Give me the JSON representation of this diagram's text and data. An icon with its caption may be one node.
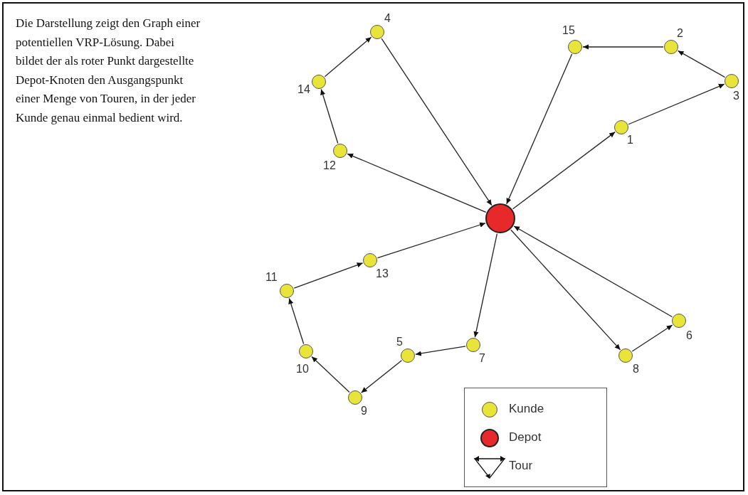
{
  "diagram": {
    "nodes": [
      {
        "text": [],
        "shape": "circle",
        "beside": [
          "4"
        ]
      },
      {
        "text": [],
        "shape": "circle",
        "beside": [
          "15"
        ]
      },
      {
        "text": [],
        "shape": "circle",
        "beside": [
          "2"
        ]
      },
      {
        "text": [],
        "shape": "circle",
        "beside": [
          "3"
        ]
      },
      {
        "text": [],
        "shape": "circle",
        "beside": [
          "14"
        ]
      },
      {
        "text": [],
        "shape": "circle",
        "beside": [
          "1"
        ]
      },
      {
        "text": [],
        "shape": "circle",
        "beside": [
          "12"
        ]
      },
      {
        "text": [],
        "shape": "circle"
      },
      {
        "text": [],
        "shape": "circle",
        "beside": [
          "13"
        ]
      },
      {
        "text": [],
        "shape": "circle",
        "beside": [
          "11"
        ]
      },
      {
        "text": [],
        "shape": "circle",
        "beside": [
          "6"
        ]
      },
      {
        "text": [],
        "shape": "circle",
        "beside": [
          "7"
        ]
      },
      {
        "text": [],
        "shape": "circle",
        "beside": [
          "10"
        ]
      },
      {
        "text": [],
        "shape": "circle",
        "beside": [
          "5"
        ]
      },
      {
        "text": [],
        "shape": "circle",
        "beside": [
          "8"
        ]
      },
      {
        "text": [],
        "shape": "circle",
        "beside": [
          "9"
        ]
      }
    ],
    "edges": [
      {
        "from": 7,
        "to": 6,
        "arrow": "to"
      },
      {
        "from": 6,
        "to": 4,
        "arrow": "to"
      },
      {
        "from": 4,
        "to": 0,
        "arrow": "to"
      },
      {
        "from": 0,
        "to": 7,
        "arrow": "to"
      },
      {
        "from": 7,
        "to": 5,
        "arrow": "to"
      },
      {
        "from": 5,
        "to": 3,
        "arrow": "to"
      },
      {
        "from": 3,
        "to": 2,
        "arrow": "to"
      },
      {
        "from": 2,
        "to": 1,
        "arrow": "to"
      },
      {
        "from": 1,
        "to": 7,
        "arrow": "to"
      },
      {
        "from": 7,
        "to": 11,
        "arrow": "to"
      },
      {
        "from": 11,
        "to": 13,
        "arrow": "to"
      },
      {
        "from": 13,
        "to": 15,
        "arrow": "to"
      },
      {
        "from": 15,
        "to": 12,
        "arrow": "to"
      },
      {
        "from": 12,
        "to": 9,
        "arrow": "to"
      },
      {
        "from": 9,
        "to": 8,
        "arrow": "to"
      },
      {
        "from": 8,
        "to": 7,
        "arrow": "to"
      },
      {
        "from": 7,
        "to": 14,
        "arrow": "to"
      },
      {
        "from": 14,
        "to": 10,
        "arrow": "to"
      },
      {
        "from": 10,
        "to": 7,
        "arrow": "to"
      }
    ],
    "labels": [
      "Die Darstellung zeigt den Graph einer potentiellen VRP-Lösung. Dabei bildet der als roter Punkt dargestellte Depot-Knoten den Ausgangspunkt einer Menge von Touren, in der jeder Kunde genau einmal bedient wird."
    ],
    "legend": [
      {
        "text": "Kunde",
        "color": "#e8e43a"
      },
      {
        "text": "Depot",
        "color": "#e8292b"
      },
      {
        "text": "Tour"
      }
    ]
  }
}
